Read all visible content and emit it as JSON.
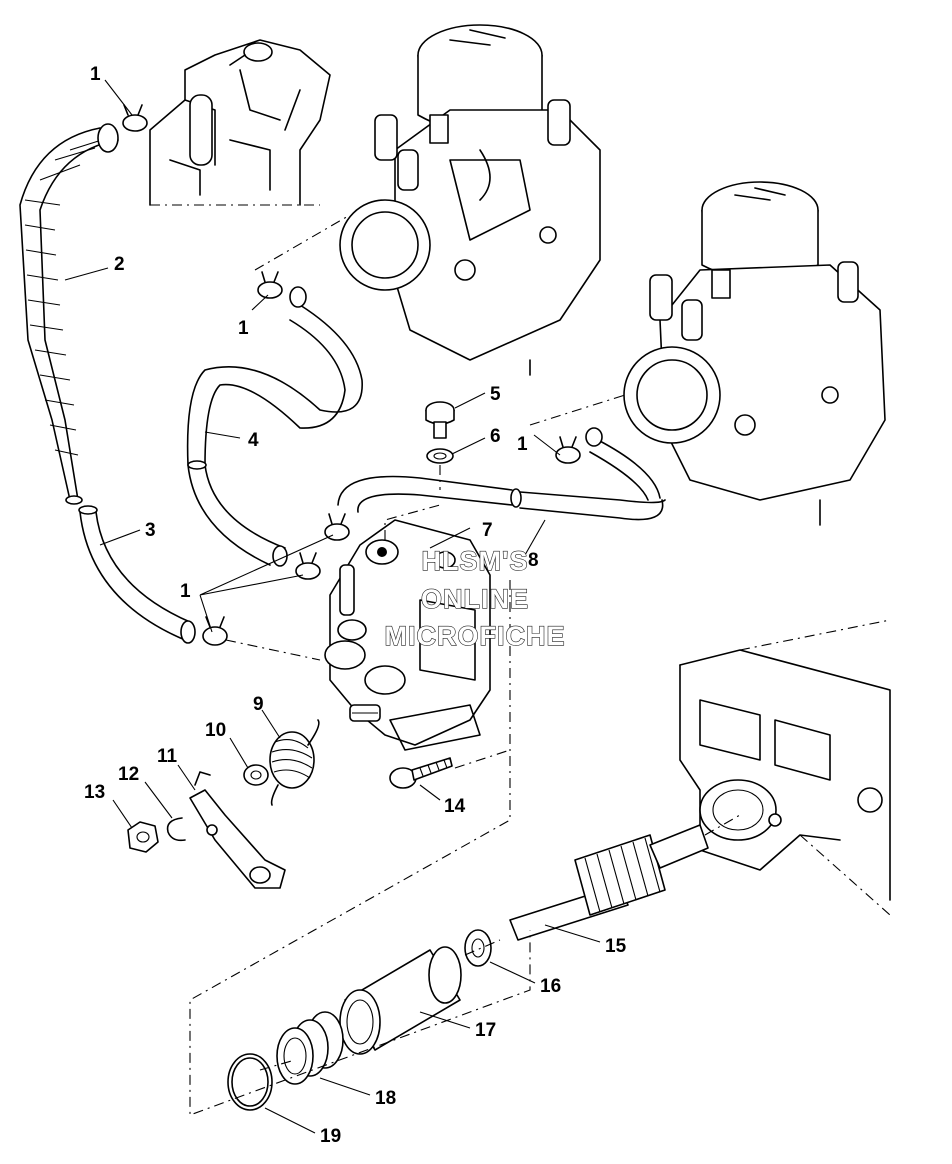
{
  "watermark": {
    "line1": "HLSM'S",
    "line2": "ONLINE",
    "line3": "MICROFICHE"
  },
  "callouts": [
    {
      "id": "c1a",
      "label": "1"
    },
    {
      "id": "c2",
      "label": "2"
    },
    {
      "id": "c1b",
      "label": "1"
    },
    {
      "id": "c5",
      "label": "5"
    },
    {
      "id": "c4",
      "label": "4"
    },
    {
      "id": "c6",
      "label": "6"
    },
    {
      "id": "c1c",
      "label": "1"
    },
    {
      "id": "c3",
      "label": "3"
    },
    {
      "id": "c7",
      "label": "7"
    },
    {
      "id": "c8",
      "label": "8"
    },
    {
      "id": "c1d",
      "label": "1"
    },
    {
      "id": "c9",
      "label": "9"
    },
    {
      "id": "c10",
      "label": "10"
    },
    {
      "id": "c11",
      "label": "11"
    },
    {
      "id": "c12",
      "label": "12"
    },
    {
      "id": "c13",
      "label": "13"
    },
    {
      "id": "c14",
      "label": "14"
    },
    {
      "id": "c15",
      "label": "15"
    },
    {
      "id": "c16",
      "label": "16"
    },
    {
      "id": "c17",
      "label": "17"
    },
    {
      "id": "c18",
      "label": "18"
    },
    {
      "id": "c19",
      "label": "19"
    }
  ]
}
